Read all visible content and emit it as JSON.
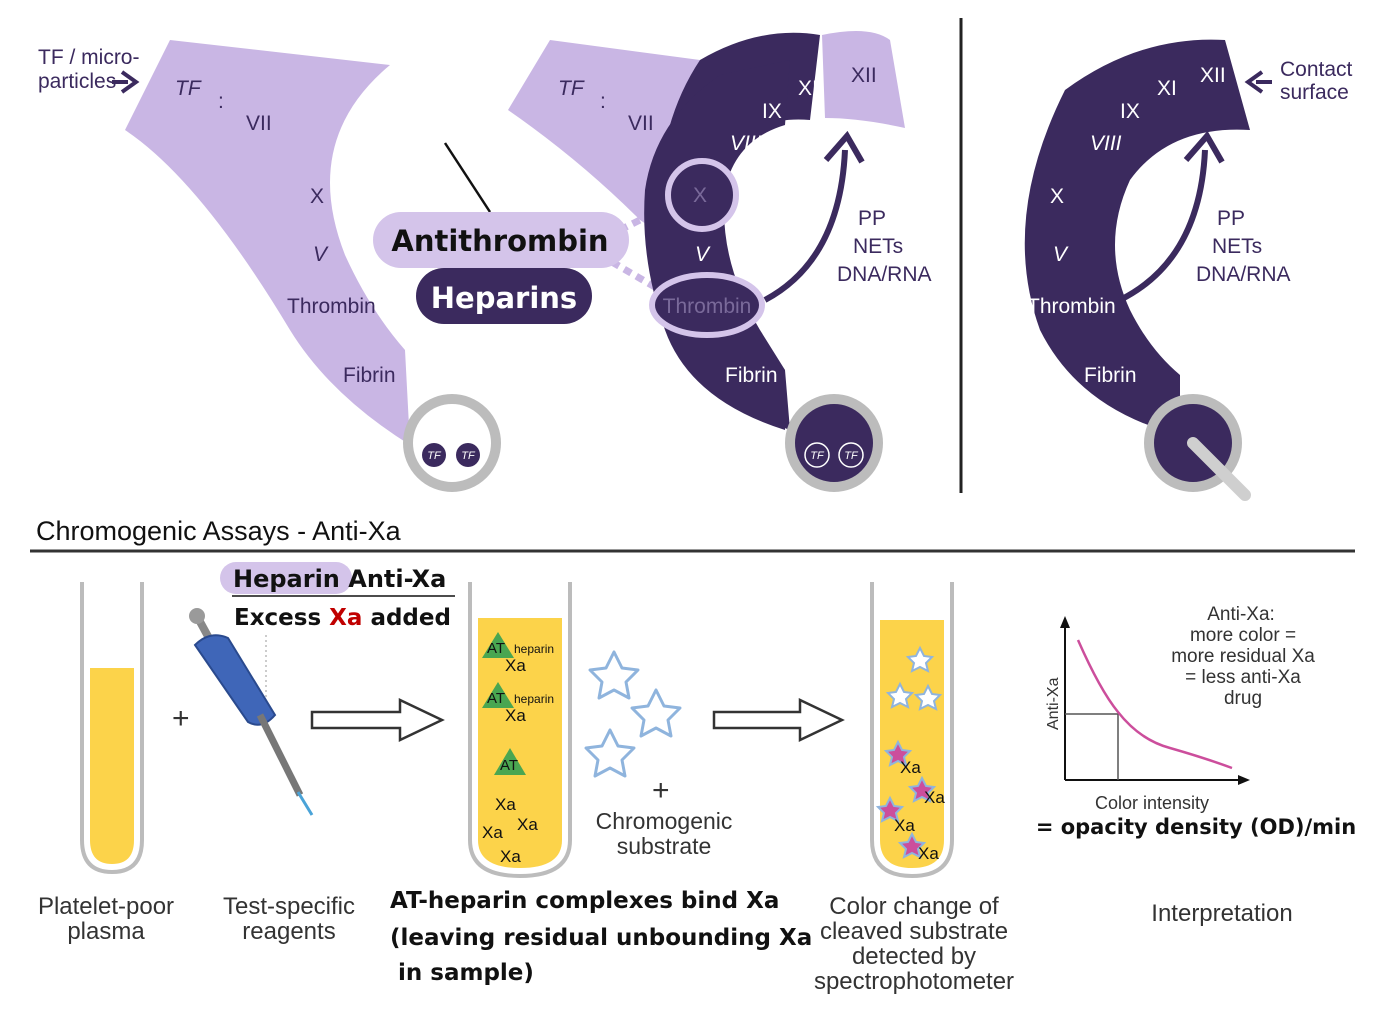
{
  "panels": {
    "left": {
      "arrow_label": [
        "TF / micro-",
        "particles"
      ],
      "tf": "TF",
      "colon": ":",
      "vii": "VII",
      "x": "X",
      "v": "V",
      "thrombin": "Thrombin",
      "fibrin": "Fibrin",
      "cell_tf_1": "TF",
      "cell_tf_2": "TF"
    },
    "middle": {
      "tf": "TF",
      "colon": ":",
      "vii": "VII",
      "xii": "XII",
      "xi": "XI",
      "ix": "IX",
      "viii": "VIII",
      "x": "X",
      "v": "V",
      "thrombin": "Thrombin",
      "fibrin": "Fibrin",
      "amplifiers": [
        "PP",
        "NETs",
        "DNA/RNA"
      ],
      "cell_tf_1": "TF",
      "cell_tf_2": "TF"
    },
    "right": {
      "arrow_label": [
        "Contact",
        "surface"
      ],
      "xii": "XII",
      "xi": "XI",
      "ix": "IX",
      "viii": "VIII",
      "x": "X",
      "v": "V",
      "thrombin": "Thrombin",
      "fibrin": "Fibrin",
      "amplifiers": [
        "PP",
        "NETs",
        "DNA/RNA"
      ]
    },
    "inhibitors": {
      "antithrombin": "Antithrombin",
      "heparins": "Heparins"
    }
  },
  "assay": {
    "section_title": "Chromogenic Assays - Anti-Xa",
    "heading": "Heparin Anti-Xa",
    "excess_prefix": "Excess ",
    "excess_highlight": "Xa",
    "excess_suffix": " added",
    "plus": "+",
    "tube_labels": {
      "at_heparin": "AT",
      "heparin": "heparin",
      "xa": "Xa",
      "at": "AT"
    },
    "chromogenic": [
      "Chromogenic",
      "substrate"
    ],
    "captions": {
      "plasma": [
        "Platelet-poor",
        "plasma"
      ],
      "reagents": [
        "Test-specific",
        "reagents"
      ],
      "complexes": [
        "AT-heparin complexes bind Xa",
        "(leaving residual unbounding Xa",
        " in sample)"
      ],
      "color_change": [
        "Color change of",
        "cleaved substrate",
        "detected by",
        "spectrophotometer"
      ],
      "interpretation": "Interpretation"
    },
    "graph": {
      "ylabel": "Anti-Xa",
      "xlabel": "Color intensity",
      "xlabel2": "= opacity density (OD)/min",
      "note": [
        "Anti-Xa:",
        "more color =",
        "more residual Xa",
        "= less anti-Xa",
        "drug"
      ]
    }
  },
  "colors": {
    "lavender": "#c9b6e4",
    "dark_purple": "#3b2a5e",
    "yellow": "#fcd34a",
    "pink": "#cc4e9c",
    "red": "#c00000",
    "gray": "#bcbcbc"
  }
}
